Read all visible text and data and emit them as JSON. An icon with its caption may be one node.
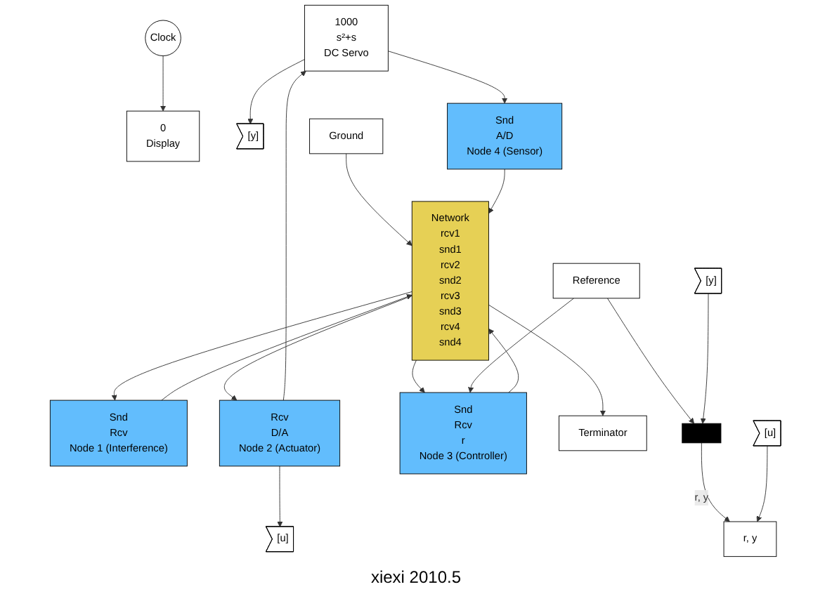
{
  "diagram": {
    "nodes": [
      {
        "text": [
          "Clock"
        ]
      },
      {
        "text": [
          "0",
          "Display"
        ]
      },
      {
        "text": [
          "[u]"
        ]
      },
      {
        "text": [
          "1000",
          "s²+s",
          "DC Servo"
        ]
      },
      {
        "text": [
          "[y]"
        ]
      },
      {
        "text": [
          "Snd",
          "Rcv",
          "Node 1 (Interference)"
        ]
      },
      {
        "text": [
          "Rcv",
          "D/A",
          "Node 2 (Actuator)"
        ]
      },
      {
        "text": [
          "Snd",
          "A/D",
          "Node 4 (Sensor)"
        ]
      },
      {
        "text": [
          "Ground"
        ]
      },
      {
        "text": [
          "Network",
          "rcv1",
          "snd1",
          "rcv2",
          "snd2",
          "rcv3",
          "snd3",
          "rcv4",
          "snd4"
        ]
      },
      {
        "text": [
          "Snd",
          "Rcv",
          "r",
          "Node 3 (Controller)"
        ]
      },
      {
        "text": [
          "Terminator"
        ]
      },
      {
        "text": [
          "[y]"
        ]
      },
      {
        "text": [
          "[u]"
        ]
      },
      {
        "text": [],
        "shape": "bar"
      },
      {
        "text": [
          "Reference"
        ]
      },
      {
        "text": [
          "r, y"
        ]
      }
    ],
    "edges": [
      {
        "from": 0,
        "to": 1,
        "arrow": "to"
      },
      {
        "from": 6,
        "to": 2,
        "arrow": "to"
      },
      {
        "from": 6,
        "to": 3,
        "arrow": "to"
      },
      {
        "from": 3,
        "to": 4,
        "arrow": "to"
      },
      {
        "from": 3,
        "to": 7,
        "arrow": "to"
      },
      {
        "from": 9,
        "to": 5,
        "arrow": "to"
      },
      {
        "from": 5,
        "to": 9,
        "arrow": "to"
      },
      {
        "from": 8,
        "to": 9,
        "arrow": "to"
      },
      {
        "from": 9,
        "to": 6,
        "arrow": "to"
      },
      {
        "from": 7,
        "to": 9,
        "arrow": "to"
      },
      {
        "from": 10,
        "to": 9,
        "arrow": "to"
      },
      {
        "from": 9,
        "to": 10,
        "arrow": "to"
      },
      {
        "from": 9,
        "to": 11,
        "arrow": "to"
      },
      {
        "from": 15,
        "to": 10,
        "arrow": "to"
      },
      {
        "from": 15,
        "to": 14,
        "arrow": "to"
      },
      {
        "from": 12,
        "to": 14,
        "arrow": "to"
      },
      {
        "from": 14,
        "to": 16,
        "arrow": "to",
        "label": "r, y"
      },
      {
        "from": 13,
        "to": 16,
        "arrow": "to"
      }
    ],
    "labels": [
      "xiexi 2010.5"
    ]
  }
}
